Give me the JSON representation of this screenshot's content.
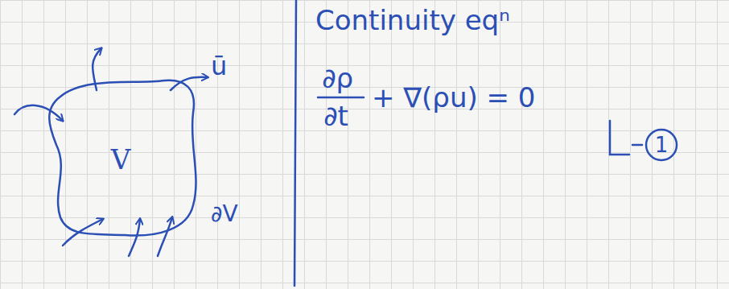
{
  "diagram": {
    "nodes": [
      {
        "text": [
          "V"
        ]
      }
    ],
    "labels": [
      "ū",
      "∂V",
      "Continuity eqⁿ",
      "∂ρ",
      "∂t",
      "+ ∇(ρu) = 0",
      "1"
    ]
  }
}
